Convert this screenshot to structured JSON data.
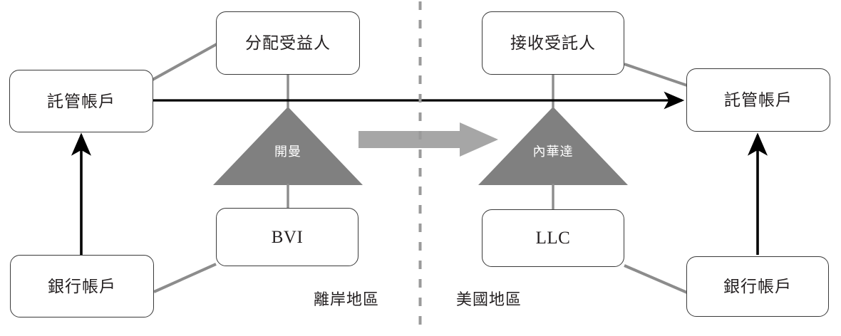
{
  "diagram": {
    "title": "Offshore to US trust restructuring diagram",
    "colors": {
      "box_border": "#3a3a3a",
      "box_fill": "#ffffff",
      "triangle_fill": "#808080",
      "gray_connector": "#8c8c8c",
      "black_connector": "#000000",
      "divider": "#9a9a9a",
      "text": "#231f20",
      "triangle_text": "#ffffff"
    },
    "left_side": {
      "region_label": "離岸地區",
      "nodes": {
        "custody_account": "託管帳戶",
        "distribution_beneficiary": "分配受益人",
        "bank_account": "銀行帳戶",
        "entity": "BVI"
      },
      "jurisdiction_triangle": "開曼"
    },
    "right_side": {
      "region_label": "美國地區",
      "nodes": {
        "custody_account": "託管帳戶",
        "receiving_trustee": "接收受託人",
        "bank_account": "銀行帳戶",
        "entity": "LLC"
      },
      "jurisdiction_triangle": "內華達"
    },
    "connectors": {
      "transfer_arrow_label": "",
      "migration_arrow_label": ""
    },
    "icons": {
      "divider": "vertical-dashed-divider",
      "transfer": "right-arrow-icon",
      "migration": "thick-right-arrow-icon",
      "up_arrow": "up-arrow-icon"
    }
  }
}
